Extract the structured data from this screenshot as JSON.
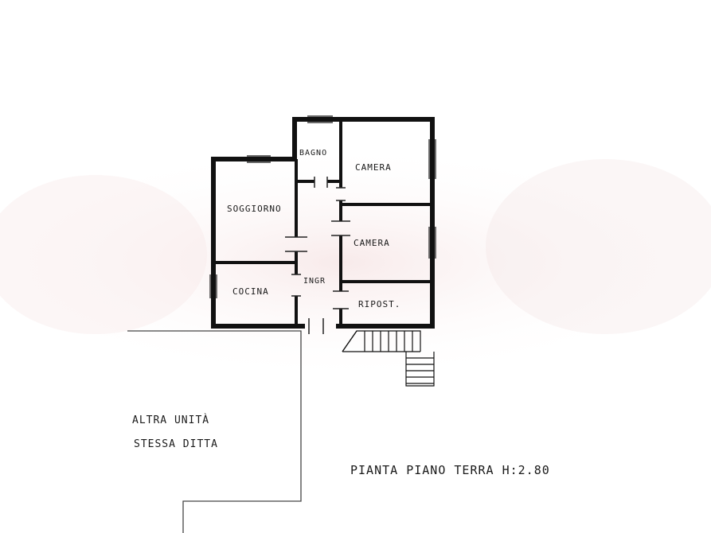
{
  "rooms": {
    "bagno": "BAGNO",
    "camera_1": "CAMERA",
    "camera_2": "CAMERA",
    "soggiorno": "SOGGIORNO",
    "cucina": "COCINA",
    "ingresso": "INGR",
    "ripostiglio": "RIPOST."
  },
  "notes": {
    "altra_unita_line1": "ALTRA UNITÀ",
    "altra_unita_line2": "STESSA DITTA"
  },
  "title": "PIANTA  PIANO  TERRA  H:2.80"
}
